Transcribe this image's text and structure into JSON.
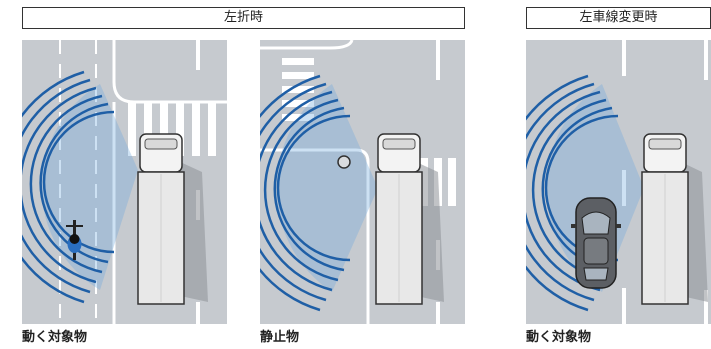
{
  "headers": {
    "left_turn": "左折時",
    "lane_change": "左車線変更時"
  },
  "captions": {
    "panel1": "動く対象物",
    "panel2": "静止物",
    "panel3": "動く対象物"
  },
  "colors": {
    "road": "#c6cacf",
    "marking": "#ffffff",
    "sensor_arc": "#1f5fa6",
    "detection_fill": "#6fa8dc"
  },
  "icons": [
    "truck-icon",
    "cyclist-icon",
    "pole-icon",
    "car-icon"
  ]
}
